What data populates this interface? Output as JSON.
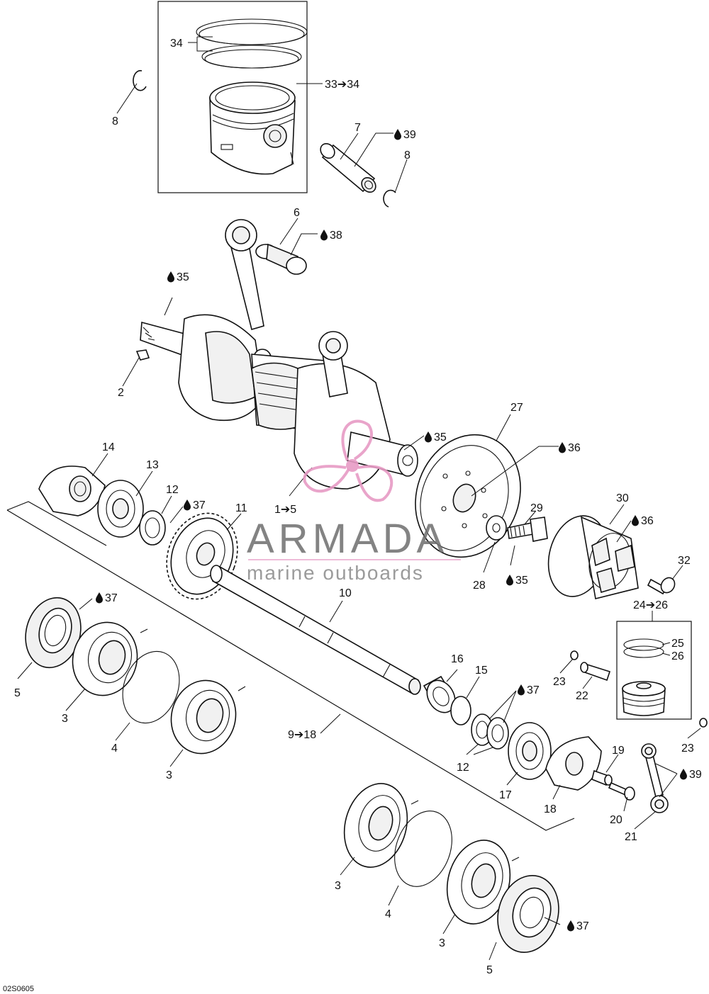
{
  "diagram": {
    "code": "02S0605",
    "labels": {
      "ring_set": "34",
      "piston_assembly": "33➔34",
      "circlip_top": "8",
      "piston_pin": "7",
      "oil_39_top": "39",
      "circlip_right": "8",
      "needle_bearing": "6",
      "oil_38": "38",
      "oil_35_shaft": "35",
      "key": "2",
      "oil_35_mid": "35",
      "crankshaft_assembly": "1➔5",
      "ring_gear": "27",
      "oil_36_gear": "36",
      "counterweight_left": "14",
      "bearing_13": "13",
      "seal_12": "12",
      "oil_37_seal": "37",
      "gear_11": "11",
      "bolt_29": "29",
      "washer_28": "28",
      "oil_35_bolt": "35",
      "drive_30": "30",
      "oil_36_drive": "36",
      "screw_32": "32",
      "balance_assembly": "24➔26",
      "ring_25": "25",
      "ring_26": "26",
      "shaft_10": "10",
      "oil_37_left": "37",
      "seal_5_left": "5",
      "bearing_3_a": "3",
      "ring_4_a": "4",
      "bearing_3_b": "3",
      "balancer_assembly": "9➔18",
      "bearing_16": "16",
      "ring_15": "15",
      "oil_37_right": "37",
      "seals_12_pair": "12",
      "bearing_17": "17",
      "counterweight_18": "18",
      "pin_19": "19",
      "screw_20": "20",
      "rod_21": "21",
      "oil_39_rod": "39",
      "nut_23_a": "23",
      "pin_22": "22",
      "nut_23_b": "23",
      "bearing_3_c": "3",
      "ring_4_b": "4",
      "bearing_3_d": "3",
      "oil_37_bottom": "37",
      "seal_5_bottom": "5"
    }
  },
  "watermark": {
    "title": "ARMADA",
    "subtitle": "marine outboards",
    "colors": {
      "logo": "#e79ac4",
      "text": "#6d6d6d"
    }
  }
}
